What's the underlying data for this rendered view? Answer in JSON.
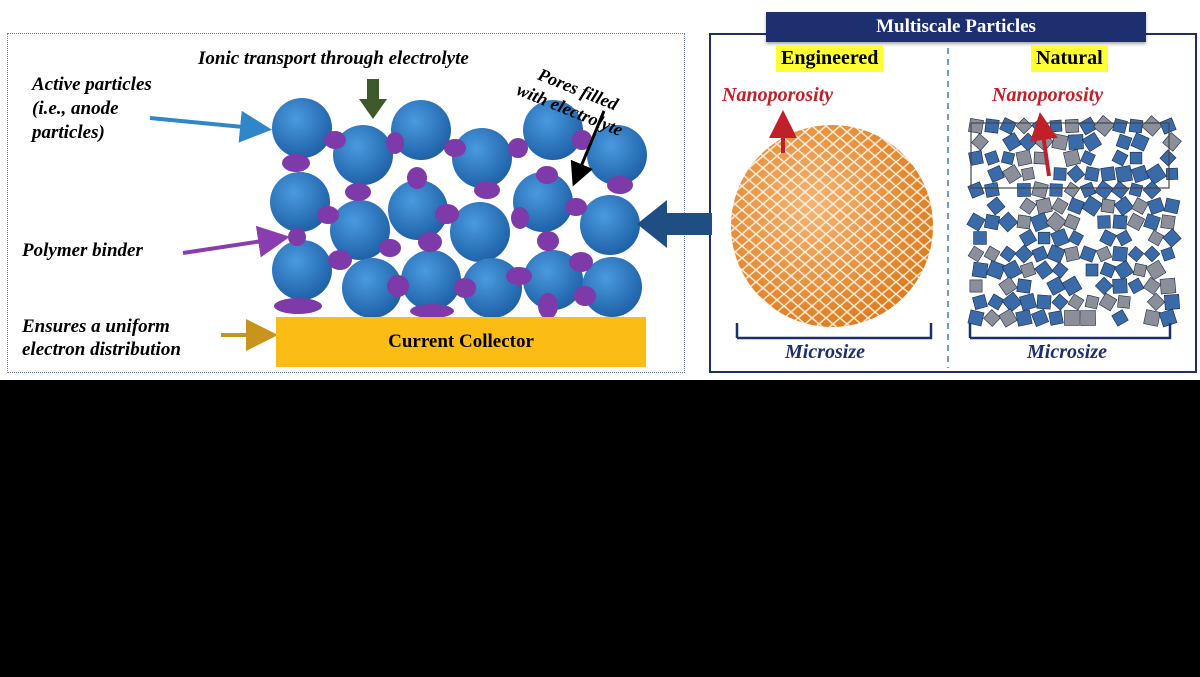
{
  "title": "Multiscale Particles",
  "left": {
    "active_particles": [
      "Active particles",
      "(i.e., anode",
      "particles)"
    ],
    "ionic_transport": "Ionic transport through electrolyte",
    "pores": [
      "Pores filled",
      "with electrolyte"
    ],
    "binder": "Polymer binder",
    "uniform": [
      "Ensures a uniform",
      "electron distribution"
    ],
    "collector": "Current Collector"
  },
  "right": {
    "engineered": {
      "title": "Engineered",
      "nano": "Nanoporosity",
      "micro": "Microsize"
    },
    "natural": {
      "title": "Natural",
      "nano": "Nanoporosity",
      "micro": "Microsize"
    }
  },
  "colors": {
    "particle": "#2f7fc4",
    "binder": "#7e3aa8",
    "collector": "#fbbd14",
    "header": "#1d2f6f",
    "highlight": "#ffff33",
    "nano": "#c0202a",
    "sphere": "#e8892e",
    "tile": "#3a6aa8"
  }
}
